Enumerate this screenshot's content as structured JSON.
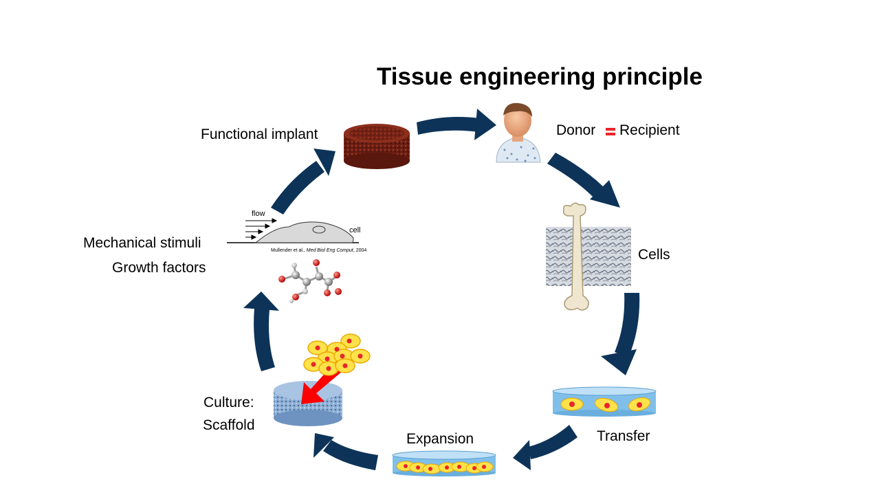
{
  "title": "Tissue engineering principle",
  "labels": {
    "donor": "Donor",
    "equals_sign": "=",
    "recipient": "Recipient",
    "cells": "Cells",
    "transfer": "Transfer",
    "expansion": "Expansion",
    "culture": "Culture:",
    "scaffold": "Scaffold",
    "mechanical_stimuli": "Mechanical stimuli",
    "growth_factors": "Growth factors",
    "functional_implant": "Functional implant"
  },
  "flow_inset": {
    "flow_label": "flow",
    "cell_label": "cell",
    "citation_authors": "Mullender et al., ",
    "citation_journal": "Med Biol Eng Comput",
    "citation_year": ", 2004"
  },
  "colors": {
    "arrow": "#0d3358",
    "equals": "#e8262a",
    "dish": "#7fbfea",
    "cell_fill": "#ffe24a",
    "nucleus": "#e8262a",
    "implant": "#7a2418",
    "scaffold": "#6e93c1"
  }
}
